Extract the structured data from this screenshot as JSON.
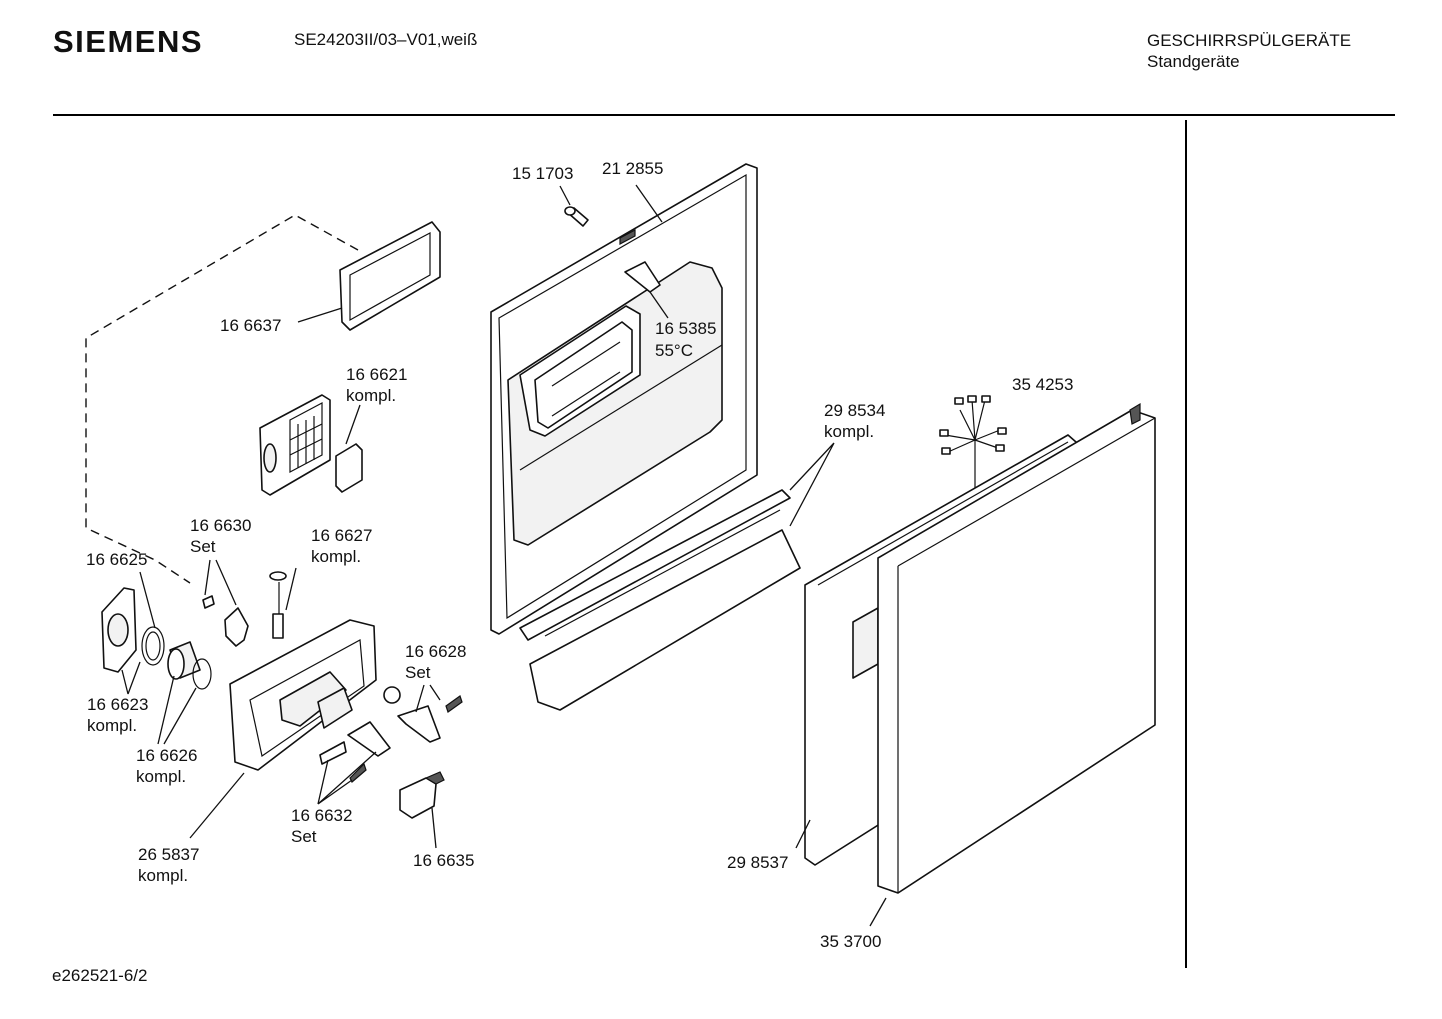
{
  "header": {
    "brand": "SIEMENS",
    "model": "SE24203II/03–V01,weiß",
    "category_line1": "GESCHIRRSPÜLGERÄTE",
    "category_line2": "Standgeräte"
  },
  "footer": {
    "drawing_id": "e262521-6/2"
  },
  "callouts": {
    "p151703": "15 1703",
    "p212855": "21 2855",
    "p166637": "16 6637",
    "p165385": "16 5385",
    "p165385_note": "55°C",
    "p166621": "16 6621",
    "p166621_note": "kompl.",
    "p298534": "29 8534",
    "p298534_note": "kompl.",
    "p354253": "35 4253",
    "p166630": "16 6630",
    "p166630_note": "Set",
    "p166627": "16 6627",
    "p166627_note": "kompl.",
    "p166625": "16 6625",
    "p166628": "16 6628",
    "p166628_note": "Set",
    "p166623": "16 6623",
    "p166623_note": "kompl.",
    "p166626": "16 6626",
    "p166626_note": "kompl.",
    "p166632": "16 6632",
    "p166632_note": "Set",
    "p265837": "26 5837",
    "p265837_note": "kompl.",
    "p166635": "16 6635",
    "p298537": "29 8537",
    "p353700": "35 3700"
  }
}
